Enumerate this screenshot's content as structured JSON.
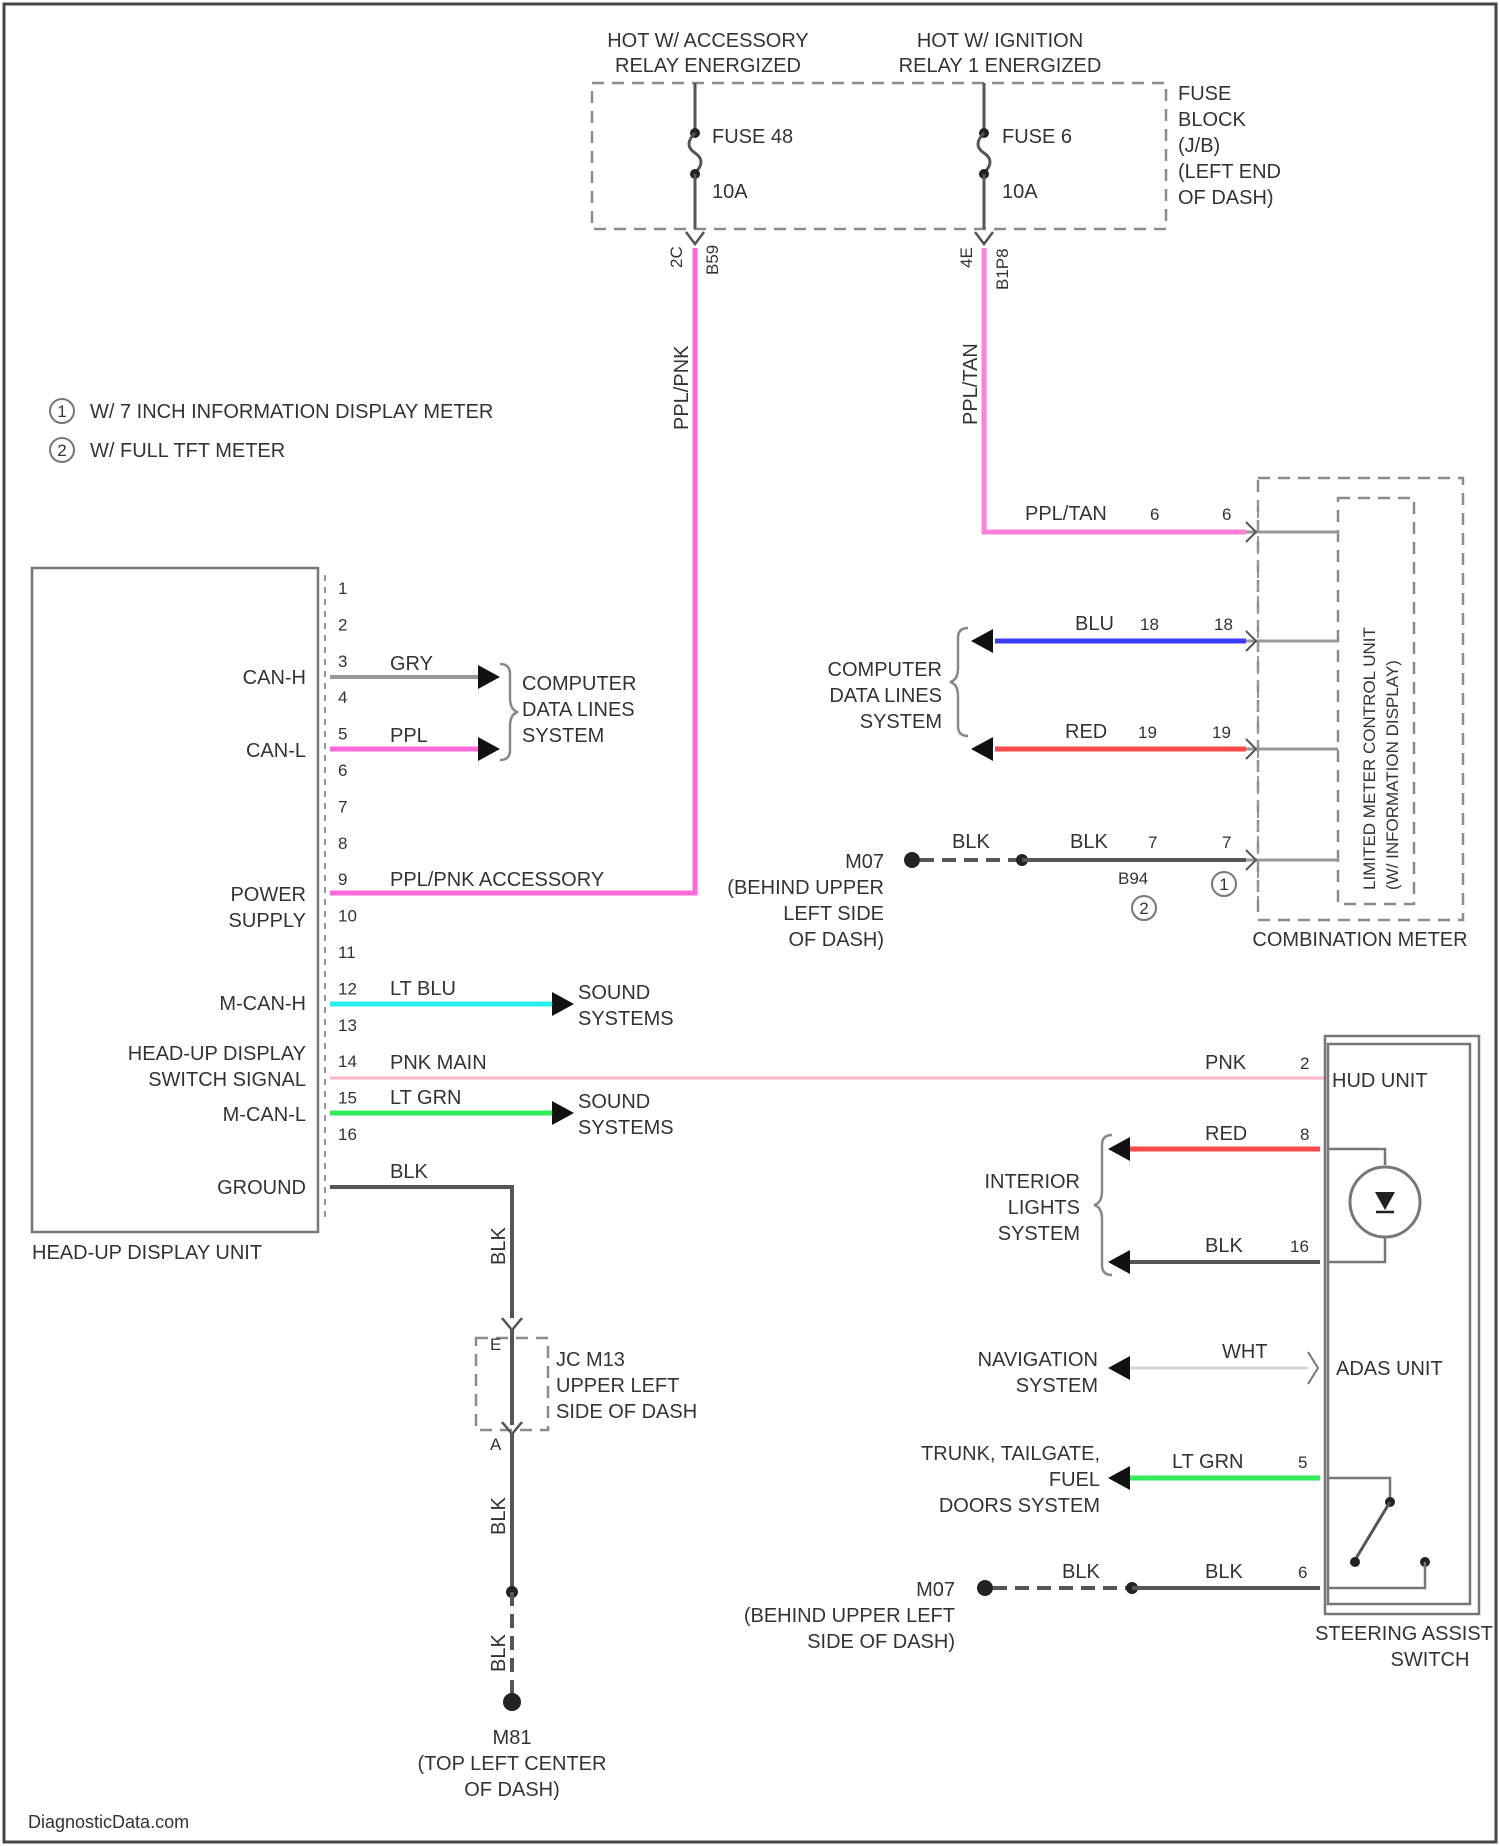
{
  "colors": {
    "PPL_PNK": "#ff69d9",
    "PPL_TAN": "#ff80d6",
    "BLU": "#3b3bff",
    "RED": "#ff4a4a",
    "PNK": "#ffb3c6",
    "LT_BLU": "#27f0ef",
    "LT_GRN": "#33ec5a",
    "GRY": "#999999",
    "WHT": "#d8d8d8",
    "BLK": "#666666"
  },
  "power": {
    "hot_acc": [
      "HOT W/ ACCESSORY",
      "RELAY ENERGIZED"
    ],
    "hot_ign": [
      "HOT W/ IGNITION",
      "RELAY 1 ENERGIZED"
    ],
    "fuse_block": [
      "FUSE",
      "BLOCK",
      "(J/B)",
      "(LEFT END",
      "OF DASH)"
    ],
    "fuse48": "FUSE 48",
    "fuse48_amp": "10A",
    "fuse6": "FUSE 6",
    "fuse6_amp": "10A",
    "conn_left": [
      "2C",
      "B59"
    ],
    "conn_right": [
      "4E",
      "B1P8"
    ]
  },
  "legend": [
    {
      "num": "1",
      "text": "W/ 7 INCH INFORMATION DISPLAY METER"
    },
    {
      "num": "2",
      "text": "W/ FULL TFT METER"
    }
  ],
  "hud": {
    "title": "HEAD-UP DISPLAY UNIT",
    "pin_numbers": [
      "1",
      "2",
      "3",
      "4",
      "5",
      "6",
      "7",
      "8",
      "9",
      "10",
      "11",
      "12",
      "13",
      "14",
      "15",
      "16"
    ],
    "functions": [
      {
        "pin": "3",
        "label": [
          "CAN-H"
        ]
      },
      {
        "pin": "5",
        "label": [
          "CAN-L"
        ]
      },
      {
        "pin": "9",
        "label": [
          "POWER",
          "SUPPLY"
        ]
      },
      {
        "pin": "12",
        "label": [
          "M-CAN-H"
        ]
      },
      {
        "pin": "13",
        "label": [
          "HEAD-UP DISPLAY",
          "SWITCH SIGNAL"
        ]
      },
      {
        "pin": "14",
        "label": [
          "M-CAN-L"
        ]
      },
      {
        "pin": "16",
        "label": [
          "GROUND"
        ]
      }
    ],
    "wires": [
      {
        "pin": "3",
        "color": "GRY",
        "dest": [
          "COMPUTER",
          "DATA LINES",
          "SYSTEM"
        ]
      },
      {
        "pin": "5",
        "color": "PPL"
      },
      {
        "pin": "9",
        "color": "PPL/PNK ACCESSORY"
      },
      {
        "pin": "12",
        "color": "LT BLU",
        "dest": [
          "SOUND",
          "SYSTEMS"
        ]
      },
      {
        "pin": "13",
        "color": "PNK MAIN"
      },
      {
        "pin": "14",
        "color": "LT GRN",
        "dest": [
          "SOUND",
          "SYSTEMS"
        ]
      },
      {
        "pin": "16",
        "color": "BLK"
      }
    ]
  },
  "vertical_labels": {
    "ppl_pnk": "PPL/PNK",
    "ppl_tan": "PPL/TAN",
    "blk_upper": "BLK",
    "blk_lower": "BLK",
    "blk_bottom": "BLK"
  },
  "meter": {
    "title": "COMBINATION METER",
    "inner": [
      "LIMITED METER CONTROL UNIT",
      "(W/ INFORMATION DISPLAY)"
    ],
    "wires": [
      {
        "label": "PPL/TAN",
        "pin_a": "6",
        "pin_b": "6"
      },
      {
        "label": "BLU",
        "pin_a": "18",
        "pin_b": "18"
      },
      {
        "label": "RED",
        "pin_a": "19",
        "pin_b": "19"
      },
      {
        "label": "BLK",
        "pin_a": "7",
        "pin_b": "7"
      }
    ],
    "data_lines": [
      "COMPUTER",
      "DATA LINES",
      "SYSTEM"
    ],
    "splice_label": "BLK",
    "ground": "M07",
    "ground_loc": [
      "(BEHIND UPPER",
      "LEFT SIDE",
      "OF DASH)"
    ],
    "conn_code": "B94",
    "marker_a": "2",
    "marker_b": "1"
  },
  "junction": {
    "code": "JC M13",
    "loc": [
      "UPPER LEFT",
      "SIDE OF DASH"
    ],
    "pin_top": "E",
    "pin_bottom": "A"
  },
  "ground_main": {
    "code": "M81",
    "loc": [
      "(TOP LEFT CENTER",
      "OF DASH)"
    ]
  },
  "steering": {
    "title": [
      "STEERING ASSIST",
      "SWITCH"
    ],
    "hud_unit": "HUD UNIT",
    "adas_unit": "ADAS UNIT",
    "wires": [
      {
        "label": "PNK",
        "pin": "2"
      },
      {
        "label": "RED",
        "pin": "8"
      },
      {
        "label": "BLK",
        "pin": "16"
      },
      {
        "label": "WHT",
        "pin": ""
      },
      {
        "label": "LT GRN",
        "pin": "5"
      },
      {
        "label": "BLK",
        "pin": "6"
      }
    ],
    "interior": [
      "INTERIOR",
      "LIGHTS",
      "SYSTEM"
    ],
    "nav": [
      "NAVIGATION",
      "SYSTEM"
    ],
    "trunk": [
      "TRUNK, TAILGATE,",
      "FUEL",
      "DOORS SYSTEM"
    ],
    "splice_label": "BLK",
    "ground": "M07",
    "ground_loc": [
      "(BEHIND UPPER LEFT",
      "SIDE OF DASH)"
    ]
  },
  "watermark": "DiagnosticData.com"
}
